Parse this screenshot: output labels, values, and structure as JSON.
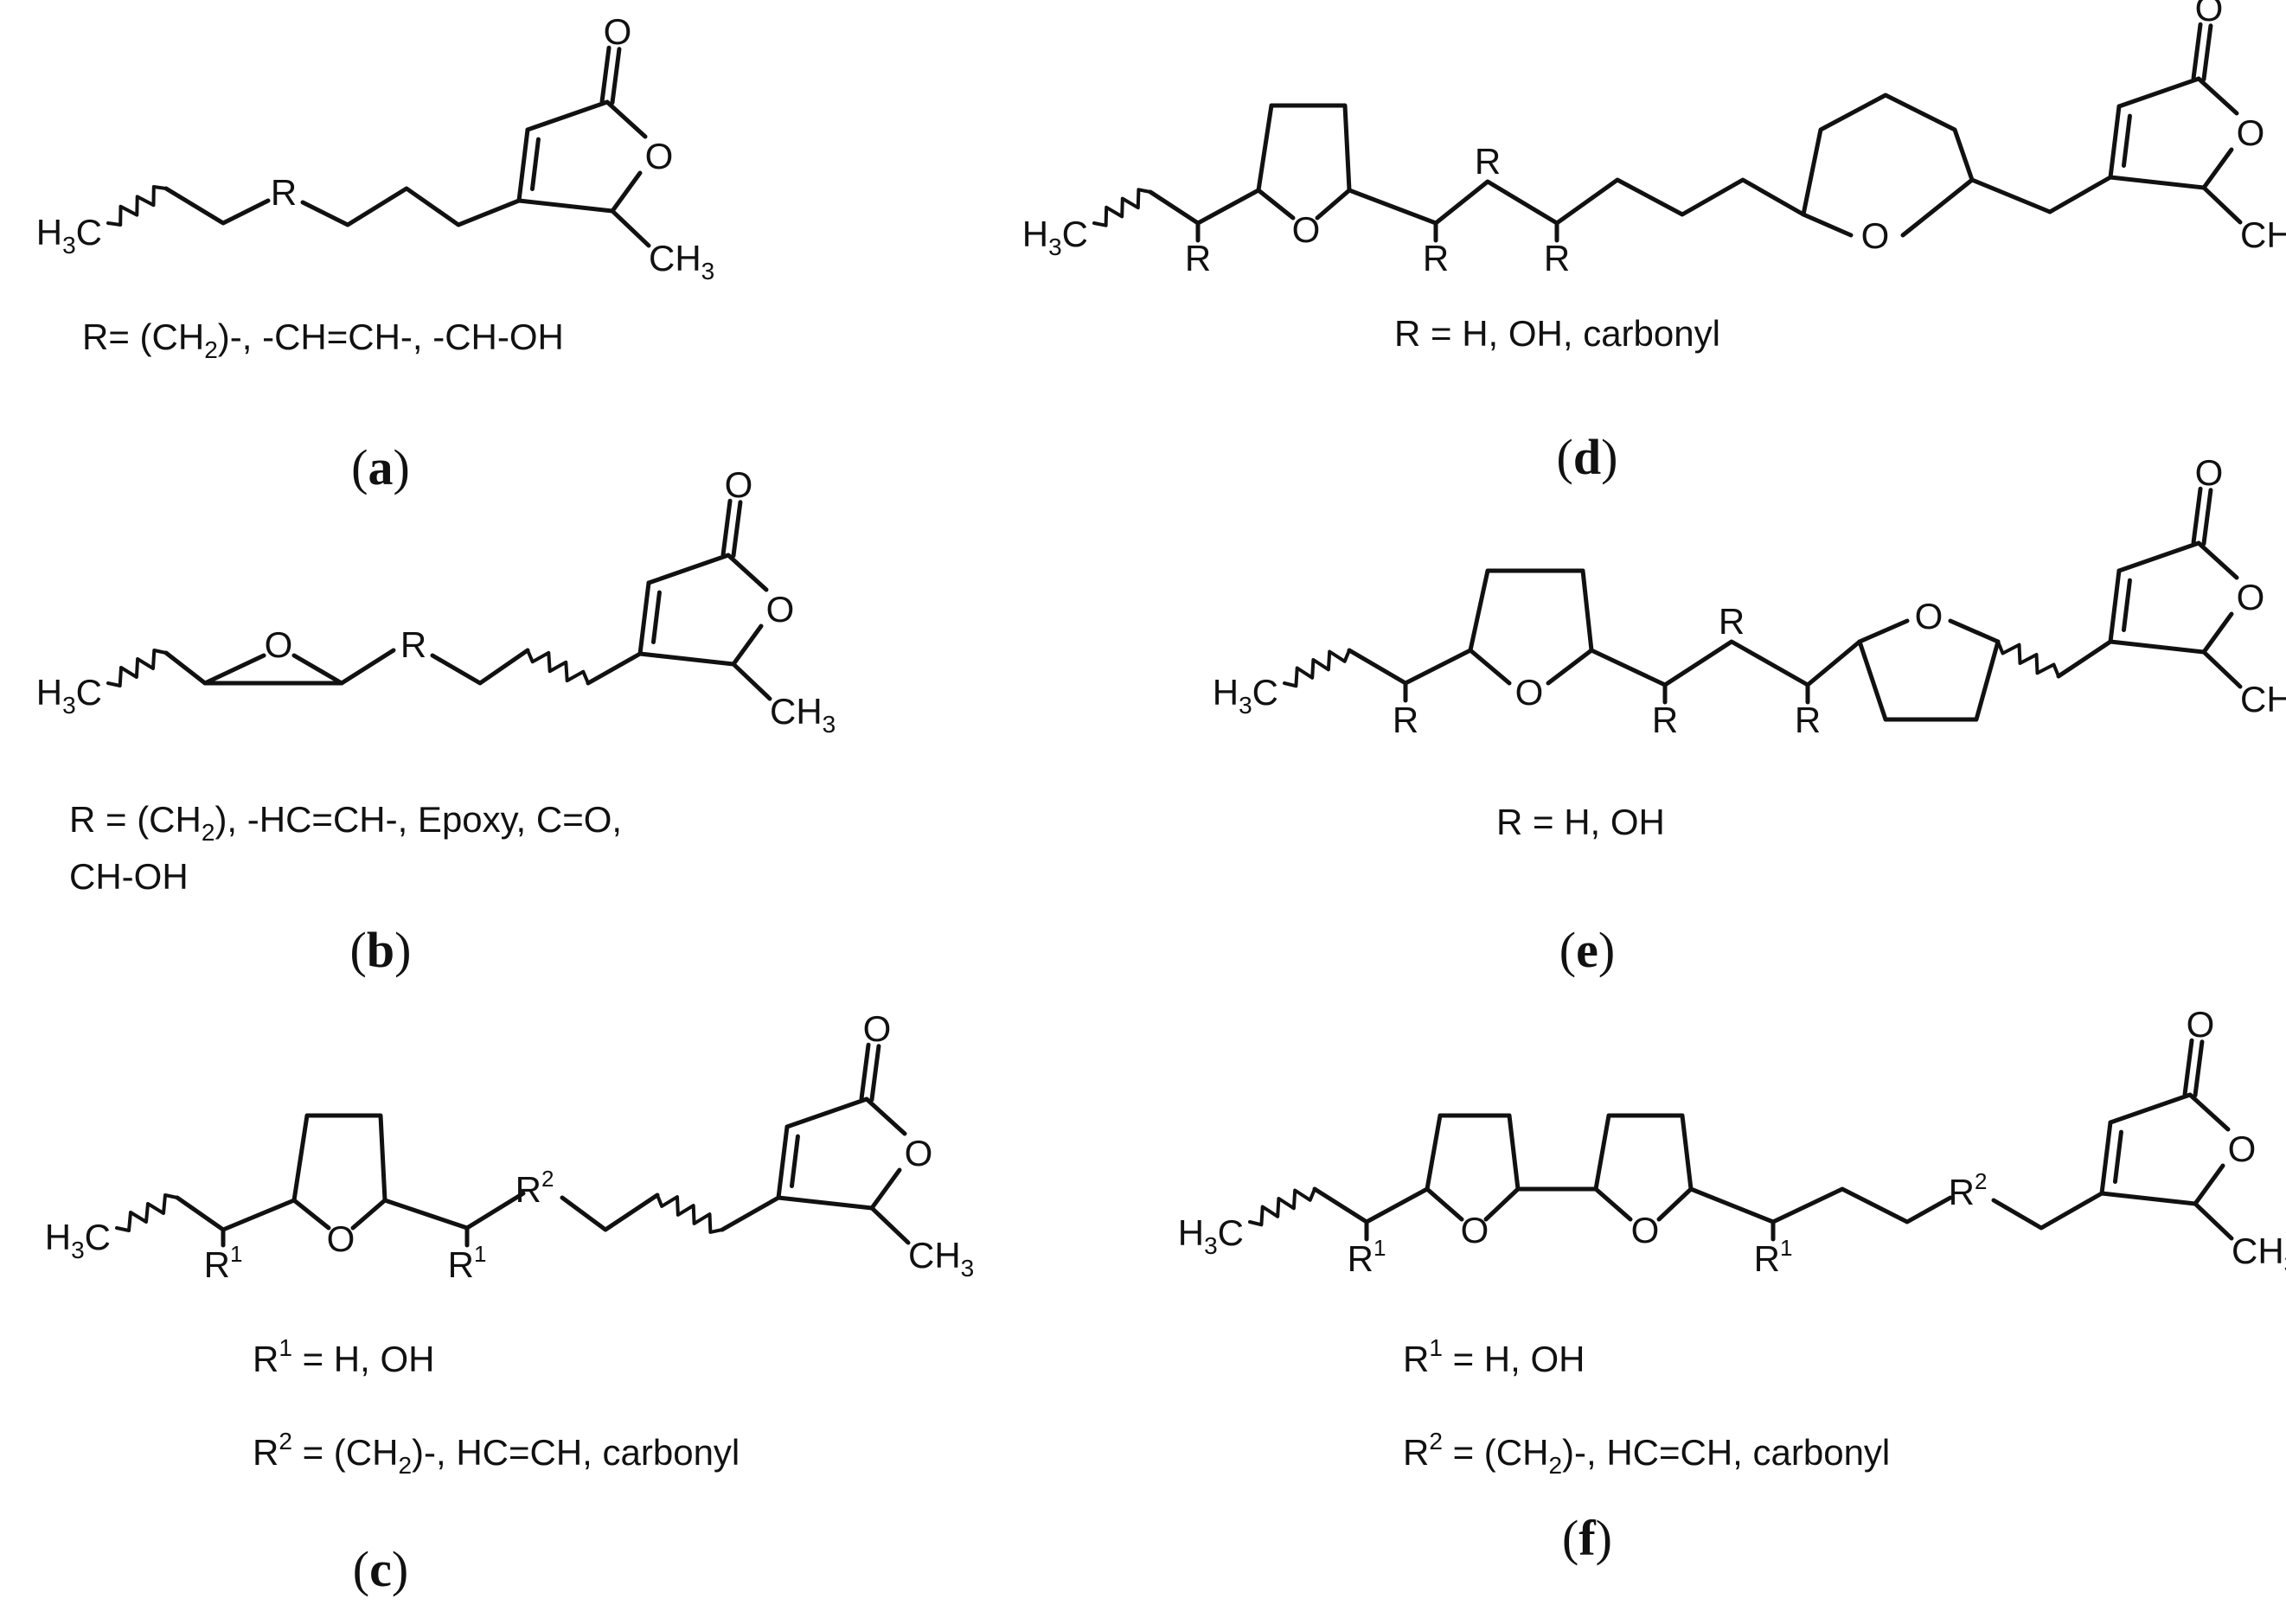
{
  "atoms": {
    "h": "H",
    "c": "C",
    "ch": "CH",
    "three": "3",
    "o": "O",
    "r": "R",
    "r1_base": "R",
    "r2_base": "R",
    "one": "1",
    "two": "2"
  },
  "panels": {
    "a": {
      "label": "a",
      "definitions": [
        {
          "parts": [
            {
              "t": "R= (CH"
            },
            {
              "t": "2",
              "sub": true
            },
            {
              "t": ")-, -CH=CH-, -CH-OH"
            }
          ]
        }
      ]
    },
    "b": {
      "label": "b",
      "definitions": [
        {
          "parts": [
            {
              "t": "R   =   (CH"
            },
            {
              "t": "2",
              "sub": true
            },
            {
              "t": "),   -HC=CH-,   Epoxy,   C=O,"
            }
          ]
        },
        {
          "parts": [
            {
              "t": "CH-OH"
            }
          ]
        }
      ]
    },
    "c": {
      "label": "c",
      "definitions": [
        {
          "parts": [
            {
              "t": "R"
            },
            {
              "t": "1",
              "sup": true
            },
            {
              "t": " = H, OH"
            }
          ]
        },
        {
          "parts": [
            {
              "t": "R"
            },
            {
              "t": "2",
              "sup": true
            },
            {
              "t": " = (CH"
            },
            {
              "t": "2",
              "sub": true
            },
            {
              "t": ")-, HC=CH, carbonyl"
            }
          ]
        }
      ]
    },
    "d": {
      "label": "d",
      "definitions": [
        {
          "parts": [
            {
              "t": "R = H, OH, carbonyl"
            }
          ]
        }
      ]
    },
    "e": {
      "label": "e",
      "definitions": [
        {
          "parts": [
            {
              "t": "R = H, OH"
            }
          ]
        }
      ]
    },
    "f": {
      "label": "f",
      "definitions": [
        {
          "parts": [
            {
              "t": "R"
            },
            {
              "t": "1",
              "sup": true
            },
            {
              "t": " = H, OH"
            }
          ]
        },
        {
          "parts": [
            {
              "t": "R"
            },
            {
              "t": "2",
              "sup": true
            },
            {
              "t": " = (CH"
            },
            {
              "t": "2",
              "sub": true
            },
            {
              "t": ")-, HC=CH, carbonyl"
            }
          ]
        }
      ]
    }
  }
}
